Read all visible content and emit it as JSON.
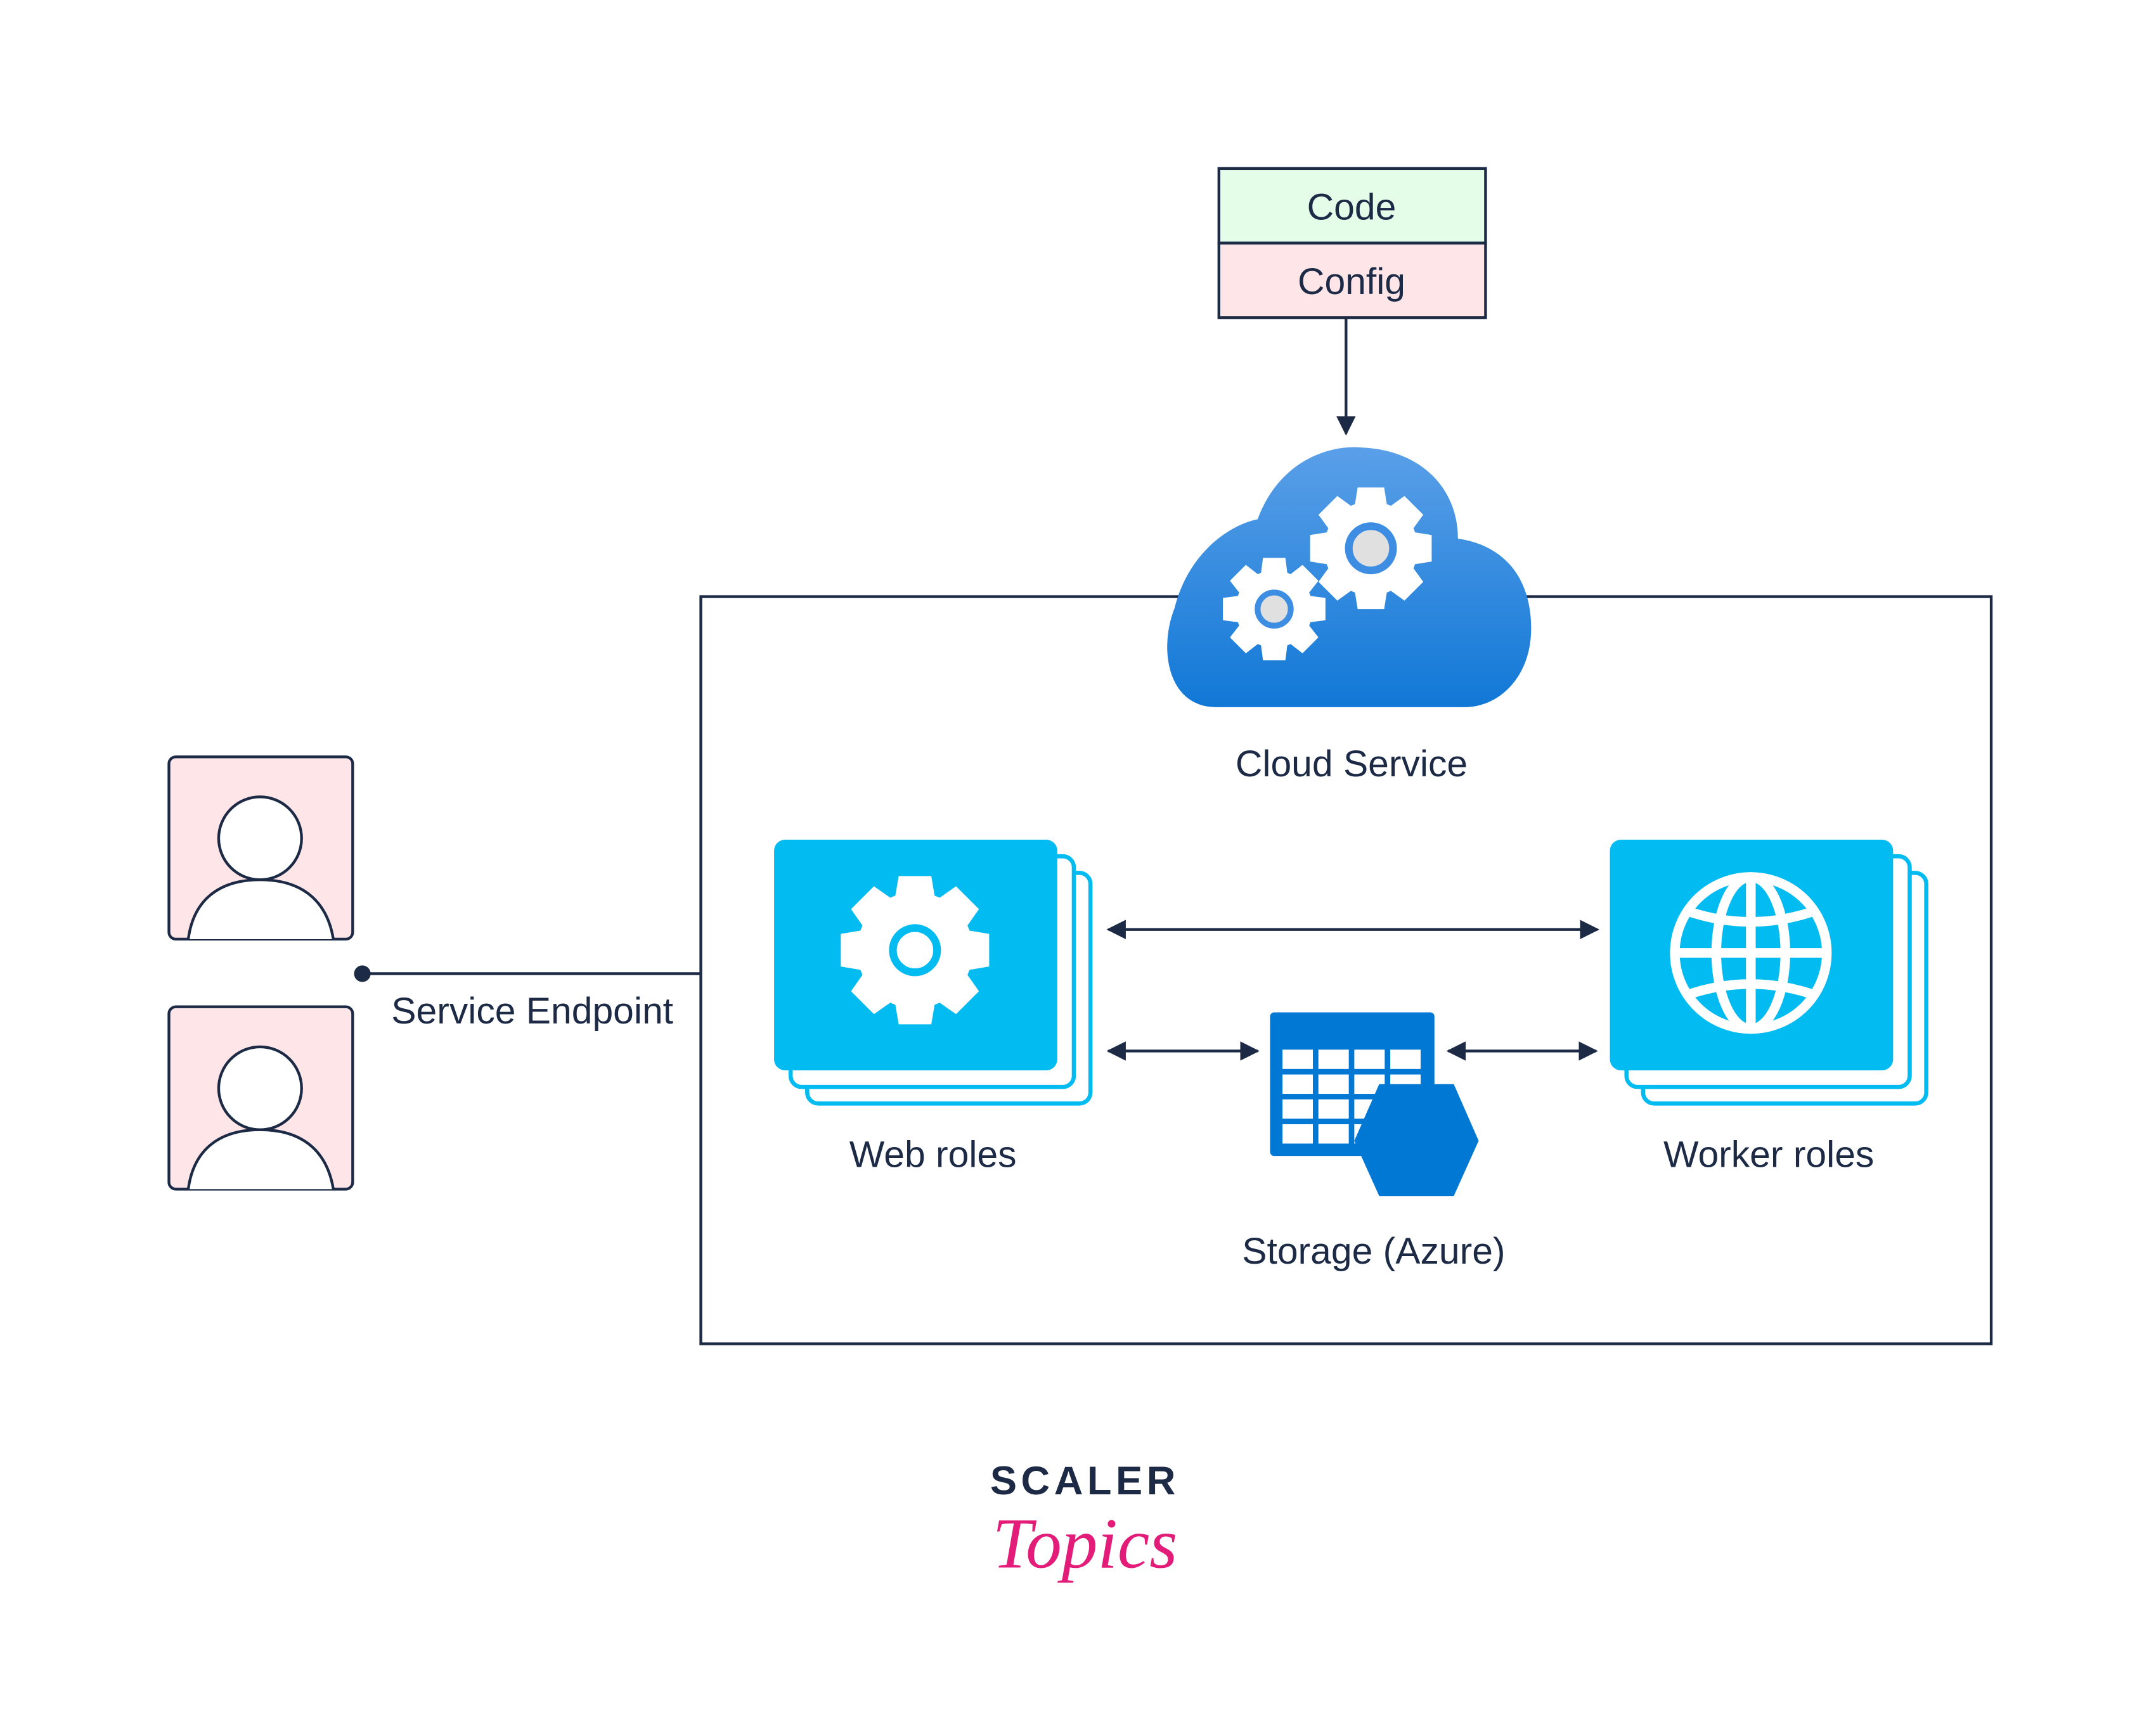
{
  "deploy_package": {
    "code_label": "Code",
    "config_label": "Config"
  },
  "cloud_service": {
    "label": "Cloud Service",
    "icon": "cloud-gears-icon"
  },
  "web_roles": {
    "label": "Web roles",
    "icon": "gear-icon"
  },
  "worker_roles": {
    "label": "Worker roles",
    "icon": "globe-icon"
  },
  "storage": {
    "label": "Storage (Azure)",
    "icon": "table-storage-icon"
  },
  "endpoint": {
    "label": "Service Endpoint"
  },
  "users": [
    {
      "icon": "user-icon"
    },
    {
      "icon": "user-icon"
    }
  ],
  "logo": {
    "line1": "SCALER",
    "line2": "Topics"
  },
  "colors": {
    "stroke": "#1c2a45",
    "code_fill": "#e3fde8",
    "config_fill": "#fee6e8",
    "user_fill": "#fee6e8",
    "role_fill": "#02bbf0",
    "storage_fill": "#0078d4",
    "cloud_top": "#5a9fe8",
    "cloud_bottom": "#1178d6",
    "logo_pink": "#e31c79"
  }
}
